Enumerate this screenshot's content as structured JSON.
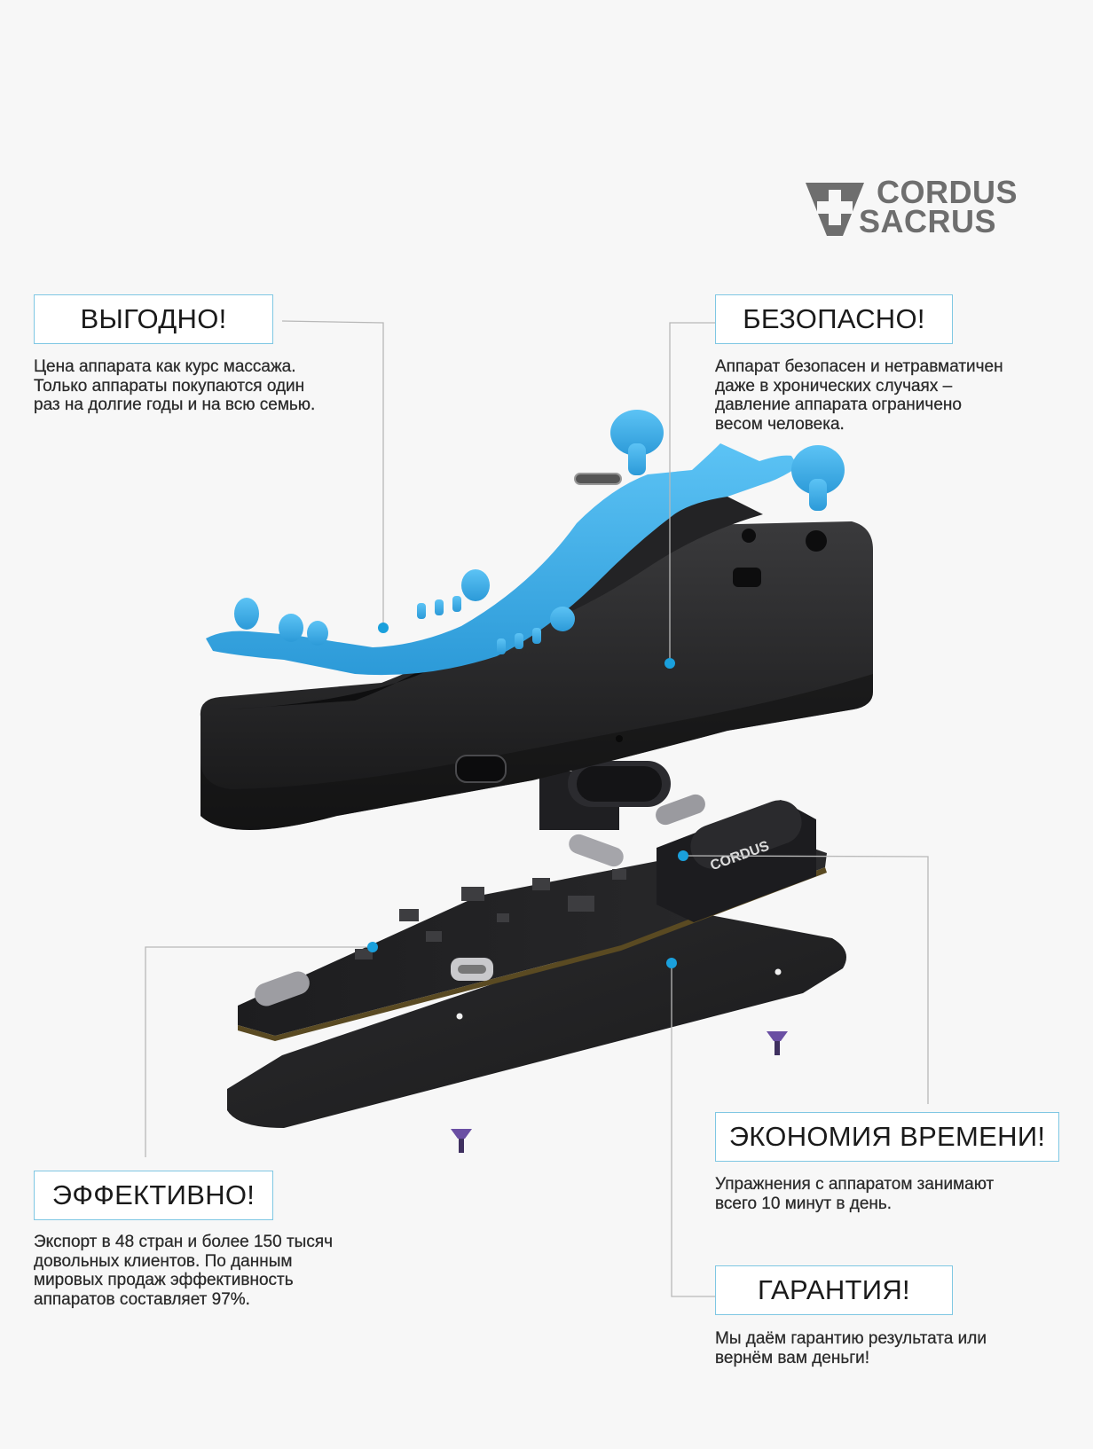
{
  "brand": {
    "logo_line1": "CORDUS",
    "logo_line2": "SACRUS",
    "logo_icon": "shield-cross-icon",
    "logo_color": "#6e6e6e"
  },
  "accent_color": "#1aa0dc",
  "pcb_brand_mark": "CORDUS",
  "features": {
    "profitable": {
      "title": "ВЫГОДНО!",
      "text": [
        "Цена аппарата как курс массажа.",
        "Только аппараты покупаются один",
        "раз на долгие годы и на всю семью."
      ]
    },
    "safe": {
      "title": "БЕЗОПАСНО!",
      "text": [
        "Аппарат безопасен и нетравматичен",
        "даже в хронических случаях –",
        "давление аппарата ограничено",
        "весом человека."
      ]
    },
    "effective": {
      "title": "ЭФФЕКТИВНО!",
      "text": [
        "Экспорт в 48 стран и более 150 тысяч",
        "довольных клиентов. По данным",
        "мировых продаж эффективность",
        "аппаратов составляет 97%."
      ]
    },
    "time_saving": {
      "title": "ЭКОНОМИЯ ВРЕМЕНИ!",
      "text": [
        "Упражнения с аппаратом занимают",
        "всего 10 минут в день."
      ]
    },
    "guarantee": {
      "title": "ГАРАНТИЯ!",
      "text": [
        "Мы даём гарантию результата или",
        "вернём вам деньги!"
      ]
    }
  }
}
